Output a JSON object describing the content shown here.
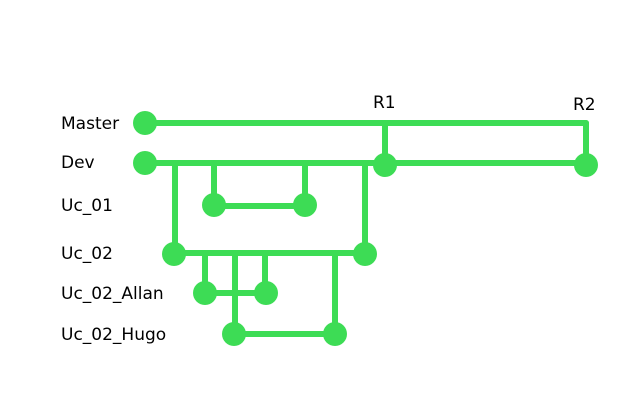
{
  "colors": {
    "line": "#3ddc55",
    "node": "#3ddc55",
    "background": "#ffffff",
    "text": "#000000"
  },
  "branches": [
    {
      "name": "Master"
    },
    {
      "name": "Dev"
    },
    {
      "name": "Uc_01"
    },
    {
      "name": "Uc_02"
    },
    {
      "name": "Uc_02_Allan"
    },
    {
      "name": "Uc_02_Hugo"
    }
  ],
  "releases": [
    {
      "label": "R1"
    },
    {
      "label": "R2"
    }
  ]
}
